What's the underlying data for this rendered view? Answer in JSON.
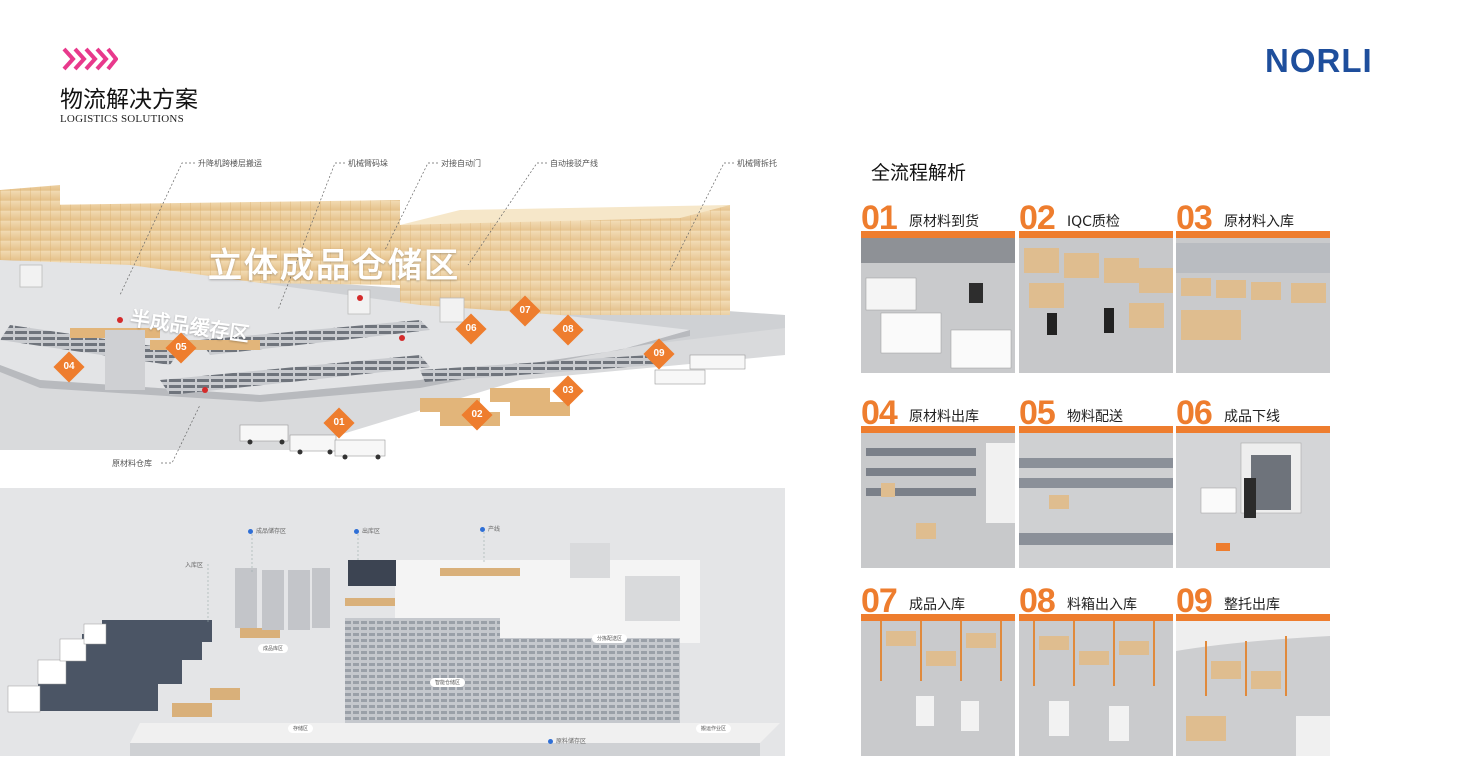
{
  "header": {
    "title_cn": "物流解决方案",
    "title_en": "LOGISTICS SOLUTIONS",
    "brand": "NORLI",
    "accent_pink": "#e8398c",
    "brand_blue": "#1e4e9c",
    "chevron_icon": "double-chevron-right-icon"
  },
  "scene1": {
    "callouts": [
      "升降机跨楼层搬运",
      "机械臂码垛",
      "对接自动门",
      "自动接驳产线",
      "机械臂拆托",
      "原材料仓库"
    ],
    "area_labels": [
      "立体成品仓储区",
      "半成品缓存区"
    ],
    "badges": [
      "01",
      "02",
      "03",
      "04",
      "05",
      "06",
      "07",
      "08",
      "09"
    ]
  },
  "scene2": {
    "tags": [
      "成品储存区",
      "出库区",
      "产线",
      "入库区",
      "原料储存区"
    ],
    "pills": [
      "成品库区",
      "智能仓储区",
      "分拣配送区",
      "存储区",
      "搬运作业区"
    ]
  },
  "process": {
    "title": "全流程解析",
    "accent": "#ee7d2e",
    "steps": [
      {
        "num": "01",
        "label": "原材料到货"
      },
      {
        "num": "02",
        "label": "IQC质检"
      },
      {
        "num": "03",
        "label": "原材料入库"
      },
      {
        "num": "04",
        "label": "原材料出库"
      },
      {
        "num": "05",
        "label": "物料配送"
      },
      {
        "num": "06",
        "label": "成品下线"
      },
      {
        "num": "07",
        "label": "成品入库"
      },
      {
        "num": "08",
        "label": "料箱出入库"
      },
      {
        "num": "09",
        "label": "整托出库"
      }
    ]
  }
}
